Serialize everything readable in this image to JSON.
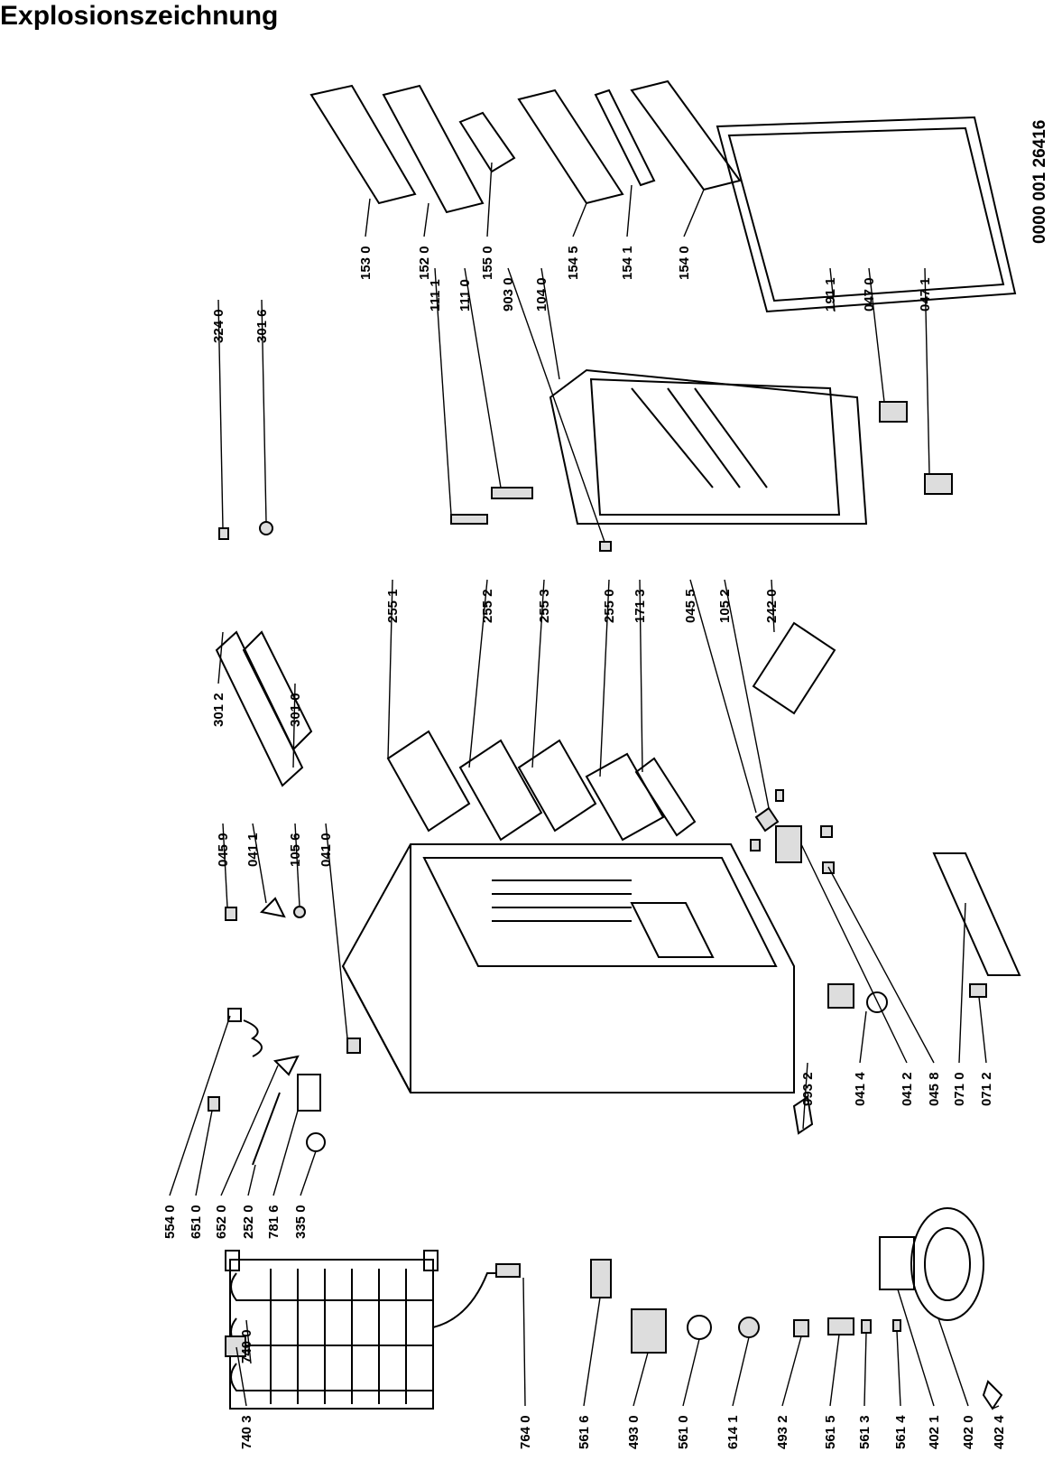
{
  "title": "Explosionszeichnung",
  "doc_number": "0000 001 26416",
  "parts": [
    "740 3",
    "740 0",
    "764 0",
    "561 6",
    "493 0",
    "561 0",
    "614 1",
    "493 2",
    "561 5",
    "561 3",
    "561 4",
    "402 1",
    "402 0",
    "402 4",
    "554 0",
    "651 0",
    "652 0",
    "252 0",
    "781 6",
    "335 0",
    "045 9",
    "041 1",
    "105 6",
    "041 0",
    "993 2",
    "041 4",
    "041 2",
    "045 8",
    "071 0",
    "071 2",
    "301 2",
    "301 0",
    "324 0",
    "301 6",
    "255 1",
    "255 2",
    "255 3",
    "255 0",
    "171 3",
    "045 5",
    "105 2",
    "242 0",
    "111 1",
    "111 0",
    "903 0",
    "104 0",
    "191 1",
    "047 0",
    "047 1",
    "153 0",
    "152 0",
    "155 0",
    "154 5",
    "154 1",
    "154 0"
  ]
}
